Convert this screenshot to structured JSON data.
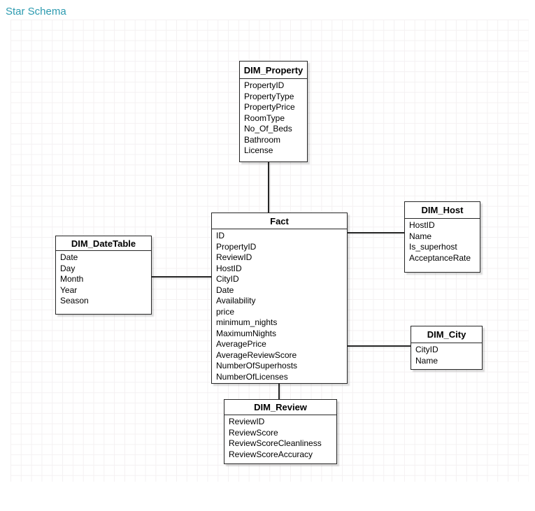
{
  "page": {
    "title": "Star Schema",
    "accent_color": "#2d9bb0",
    "canvas_background": "#ffffff",
    "grid_line_color": "#f4f1f2",
    "shape_stroke_color": "#262626"
  },
  "diagram": {
    "type": "star-schema-entity-diagram",
    "entities": [
      {
        "name": "DIM_Property",
        "fields": [
          "PropertyID",
          "PropertyType",
          "PropertyPrice",
          "RoomType",
          "No_Of_Beds",
          "Bathroom",
          "License"
        ]
      },
      {
        "name": "Fact",
        "fields": [
          "ID",
          "PropertyID",
          "ReviewID",
          "HostID",
          "CityID",
          "Date",
          "Availability",
          "price",
          "minimum_nights",
          "MaximumNights",
          "AveragePrice",
          "AverageReviewScore",
          "NumberOfSuperhosts",
          "NumberOfLicenses"
        ]
      },
      {
        "name": "DIM_Host",
        "fields": [
          "HostID",
          "Name",
          "Is_superhost",
          "AcceptanceRate"
        ]
      },
      {
        "name": "DIM_DateTable",
        "fields": [
          "Date",
          "Day",
          "Month",
          "Year",
          "Season"
        ]
      },
      {
        "name": "DIM_City",
        "fields": [
          "CityID",
          "Name"
        ]
      },
      {
        "name": "DIM_Review",
        "fields": [
          "ReviewID",
          "ReviewScore",
          "ReviewScoreCleanliness",
          "ReviewScoreAccuracy"
        ]
      }
    ],
    "relationships": [
      {
        "from": "DIM_Property",
        "to": "Fact"
      },
      {
        "from": "DIM_DateTable",
        "to": "Fact"
      },
      {
        "from": "Fact",
        "to": "DIM_Host"
      },
      {
        "from": "Fact",
        "to": "DIM_City"
      },
      {
        "from": "Fact",
        "to": "DIM_Review"
      }
    ]
  }
}
